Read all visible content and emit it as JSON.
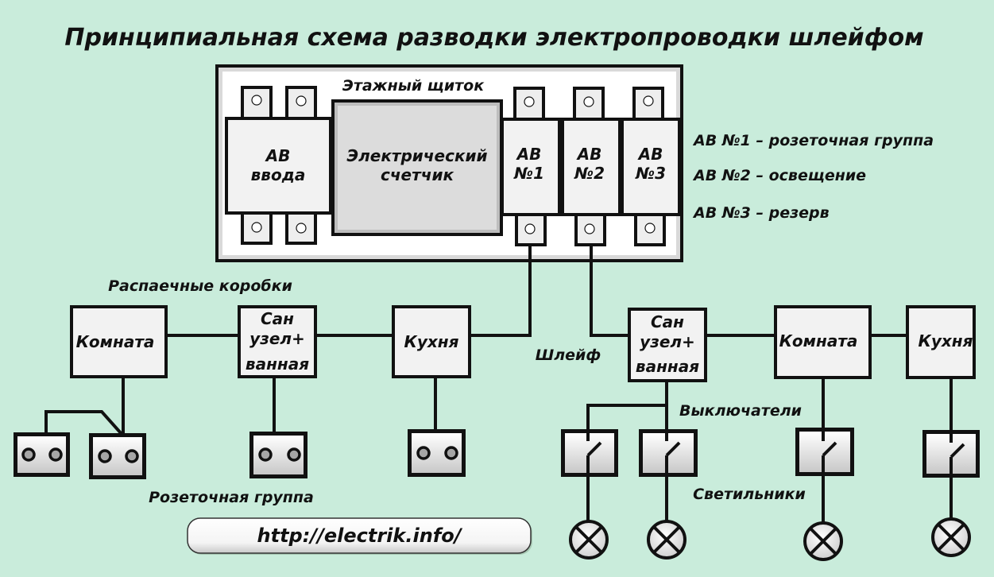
{
  "title": "Принципиальная схема разводки электропроводки шлейфом",
  "panel": {
    "label": "Этажный щиток",
    "input_breaker": {
      "line1": "АВ",
      "line2": "ввода"
    },
    "meter": {
      "line1": "Электрический",
      "line2": "счетчик"
    },
    "breakers": [
      {
        "line1": "АВ",
        "line2": "№1"
      },
      {
        "line1": "АВ",
        "line2": "№2"
      },
      {
        "line1": "АВ",
        "line2": "№3"
      }
    ]
  },
  "legend": [
    "АВ №1 – розеточная группа",
    "АВ №2 – освещение",
    "АВ №3 – резерв"
  ],
  "labels": {
    "junction_boxes": "Распаечные коробки",
    "loop": "Шлейф",
    "socket_group": "Розеточная группа",
    "switches": "Выключатели",
    "lamps": "Светильники"
  },
  "socket_circuit_boxes": [
    {
      "lines": [
        "Комната"
      ]
    },
    {
      "lines": [
        "Сан",
        "узел+",
        "ванная"
      ]
    },
    {
      "lines": [
        "Кухня"
      ]
    }
  ],
  "lighting_circuit_boxes": [
    {
      "lines": [
        "Сан",
        "узел+",
        "ванная"
      ]
    },
    {
      "lines": [
        "Комната"
      ]
    },
    {
      "lines": [
        "Кухня"
      ]
    }
  ],
  "footer": {
    "url": "http://electrik.info/"
  },
  "colors": {
    "background": "#c9ecdb",
    "stroke": "#111111",
    "box_fill": "#f2f2f2",
    "meter_fill": "#dcdcdc"
  }
}
